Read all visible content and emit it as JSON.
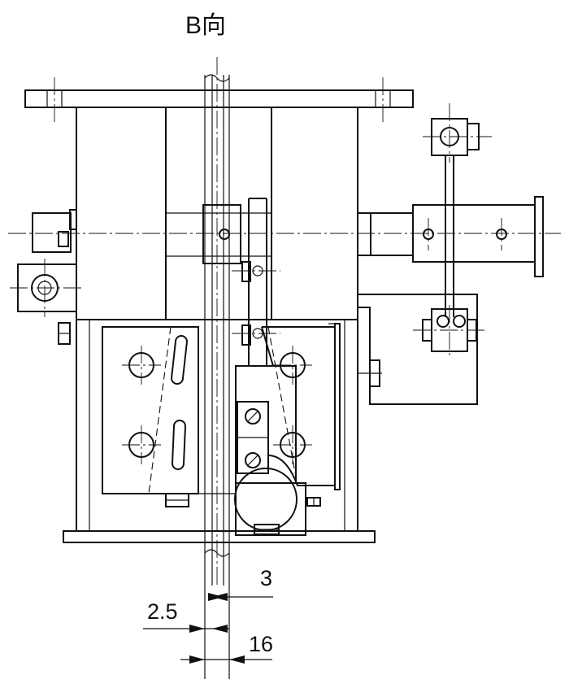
{
  "view_label": "B向",
  "dimensions": {
    "gap_3": "3",
    "gap_2_5": "2.5",
    "width_16": "16"
  }
}
